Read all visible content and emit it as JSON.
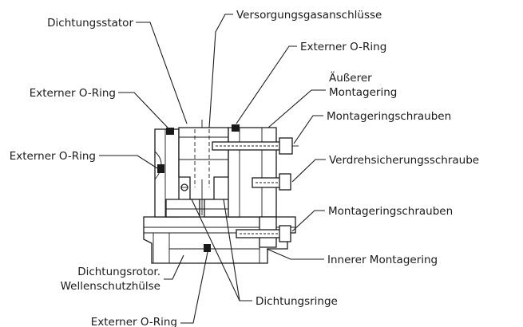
{
  "labels": {
    "dichtungsstator": "Dichtungsstator",
    "versorgungsgas": "Versorgungsgasanschlüsse",
    "oring_top_right": "Externer O-Ring",
    "oring_left_upper": "Externer O-Ring",
    "oring_left_mid": "Externer O-Ring",
    "oring_bottom": "Externer O-Ring",
    "aeusserer_1": "Äußerer",
    "aeusserer_2": "Montagering",
    "montageschrauben_top": "Montageringschrauben",
    "verdreh": "Verdrehsicherungsschraube",
    "montageschrauben_bottom": "Montageringschrauben",
    "innerer": "Innerer Montagering",
    "rotor_1": "Dichtungsrotor.",
    "rotor_2": "Wellenschutzhülse",
    "dichtungsringe": "Dichtungsringe"
  },
  "colors": {
    "ink": "#1a1a1a",
    "oring": "#1a1a1a",
    "background": "#ffffff"
  }
}
